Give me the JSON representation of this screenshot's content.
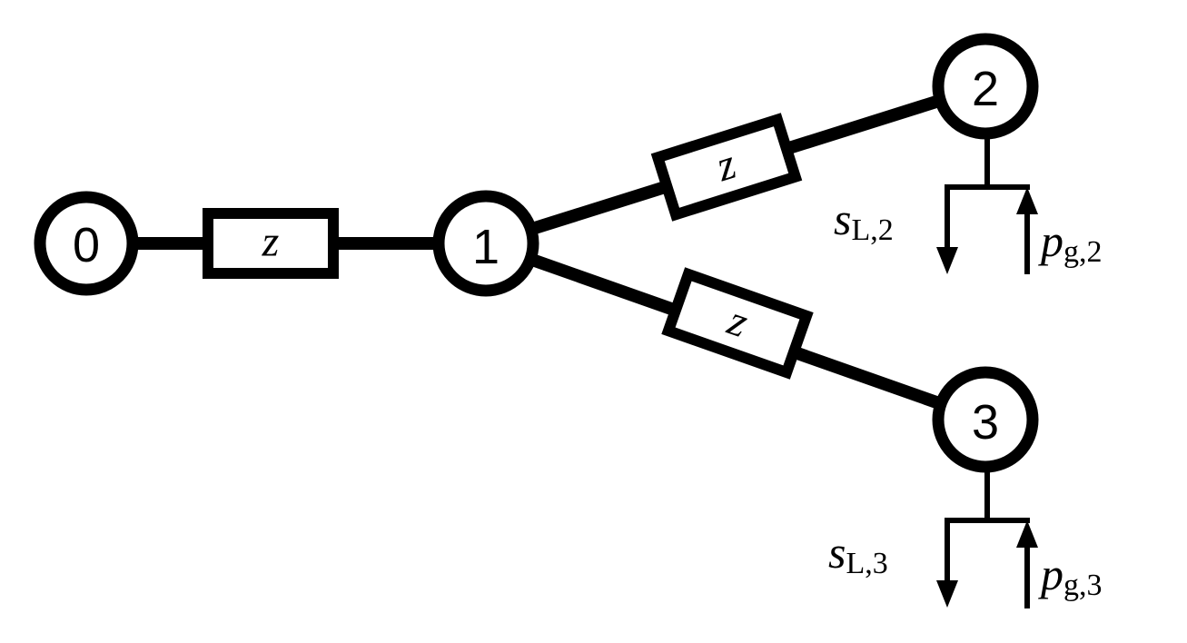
{
  "nodes": [
    {
      "id": "0",
      "label": "0"
    },
    {
      "id": "1",
      "label": "1"
    },
    {
      "id": "2",
      "label": "2"
    },
    {
      "id": "3",
      "label": "3"
    }
  ],
  "edges": [
    {
      "from": "0",
      "to": "1",
      "impedance": "z"
    },
    {
      "from": "1",
      "to": "2",
      "impedance": "z"
    },
    {
      "from": "1",
      "to": "3",
      "impedance": "z"
    }
  ],
  "injections": {
    "node2": {
      "load": {
        "symbol": "s",
        "subscript": "L,2"
      },
      "generation": {
        "symbol": "p",
        "subscript": "g,2"
      }
    },
    "node3": {
      "load": {
        "symbol": "s",
        "subscript": "L,3"
      },
      "generation": {
        "symbol": "p",
        "subscript": "g,3"
      }
    }
  }
}
